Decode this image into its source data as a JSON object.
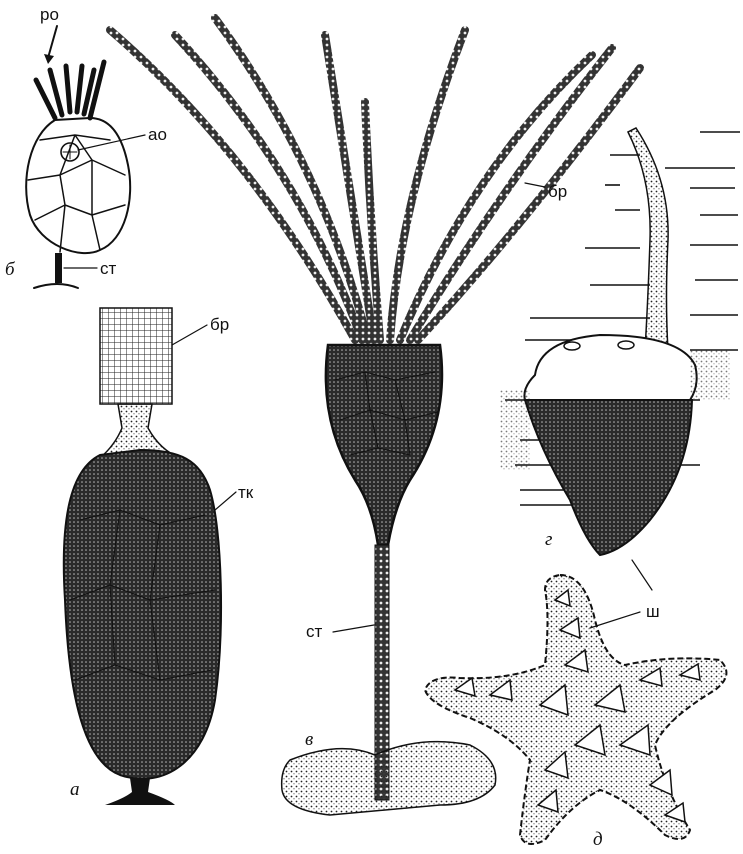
{
  "figure": {
    "panels": {
      "a": "а",
      "b": "б",
      "v": "в",
      "g": "г",
      "d": "д"
    },
    "labels": {
      "ro": "ро",
      "ao": "ао",
      "st_b": "ст",
      "br_a": "бр",
      "tk": "тк",
      "br_v": "бр",
      "st_v": "ст",
      "sh": "ш"
    },
    "colors": {
      "ink": "#111111",
      "paper": "#ffffff"
    }
  }
}
